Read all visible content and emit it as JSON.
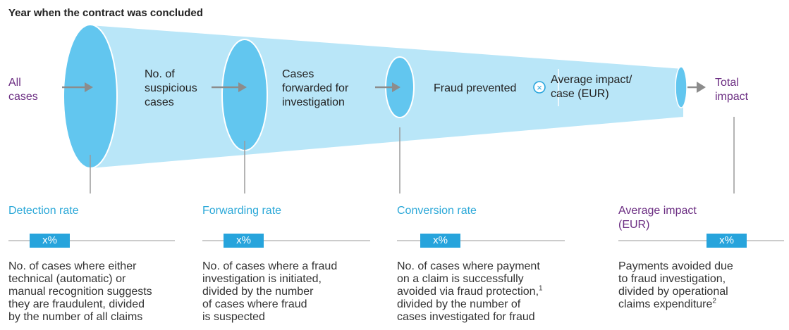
{
  "title": "Year when the contract was concluded",
  "funnel": {
    "all_cases": "All\ncases",
    "suspicious": "No. of\nsuspicious\ncases",
    "forwarded": "Cases\nforwarded for\ninvestigation",
    "prevented": "Fraud prevented",
    "multiply_symbol": "×",
    "avg_impact_case": "Average impact/\ncase (EUR)",
    "total_impact": "Total\nimpact"
  },
  "metrics": [
    {
      "label": "Detection rate",
      "value": "x%",
      "description": "No. of cases where either\ntechnical (automatic) or\nmanual recognition suggests\nthey are fraudulent, divided\nby the number of all claims",
      "footnote": ""
    },
    {
      "label": "Forwarding rate",
      "value": "x%",
      "description": "No. of cases where a fraud\ninvestigation is initiated,\ndivided by the number\nof cases where fraud\nis suspected",
      "footnote": ""
    },
    {
      "label": "Conversion rate",
      "value": "x%",
      "description": "No. of cases where payment\non a claim is successfully\navoided via fraud protection,",
      "footnote": "1",
      "description_tail": "divided by the number of\ncases investigated for fraud"
    },
    {
      "label": "Average impact\n(EUR)",
      "value": "x%",
      "description": "Payments avoided due\nto fraud investigation,\ndivided by operational\nclaims expenditure",
      "footnote": "2"
    }
  ],
  "colors": {
    "funnel_fill": "#b9e6f8",
    "ellipse_fill": "#62c6ef",
    "ellipse_stroke": "#ffffff",
    "arrow": "#8c8c8c",
    "accent_blue": "#27a4dc",
    "accent_purple": "#6b2d82",
    "line": "#9a9a9a"
  }
}
